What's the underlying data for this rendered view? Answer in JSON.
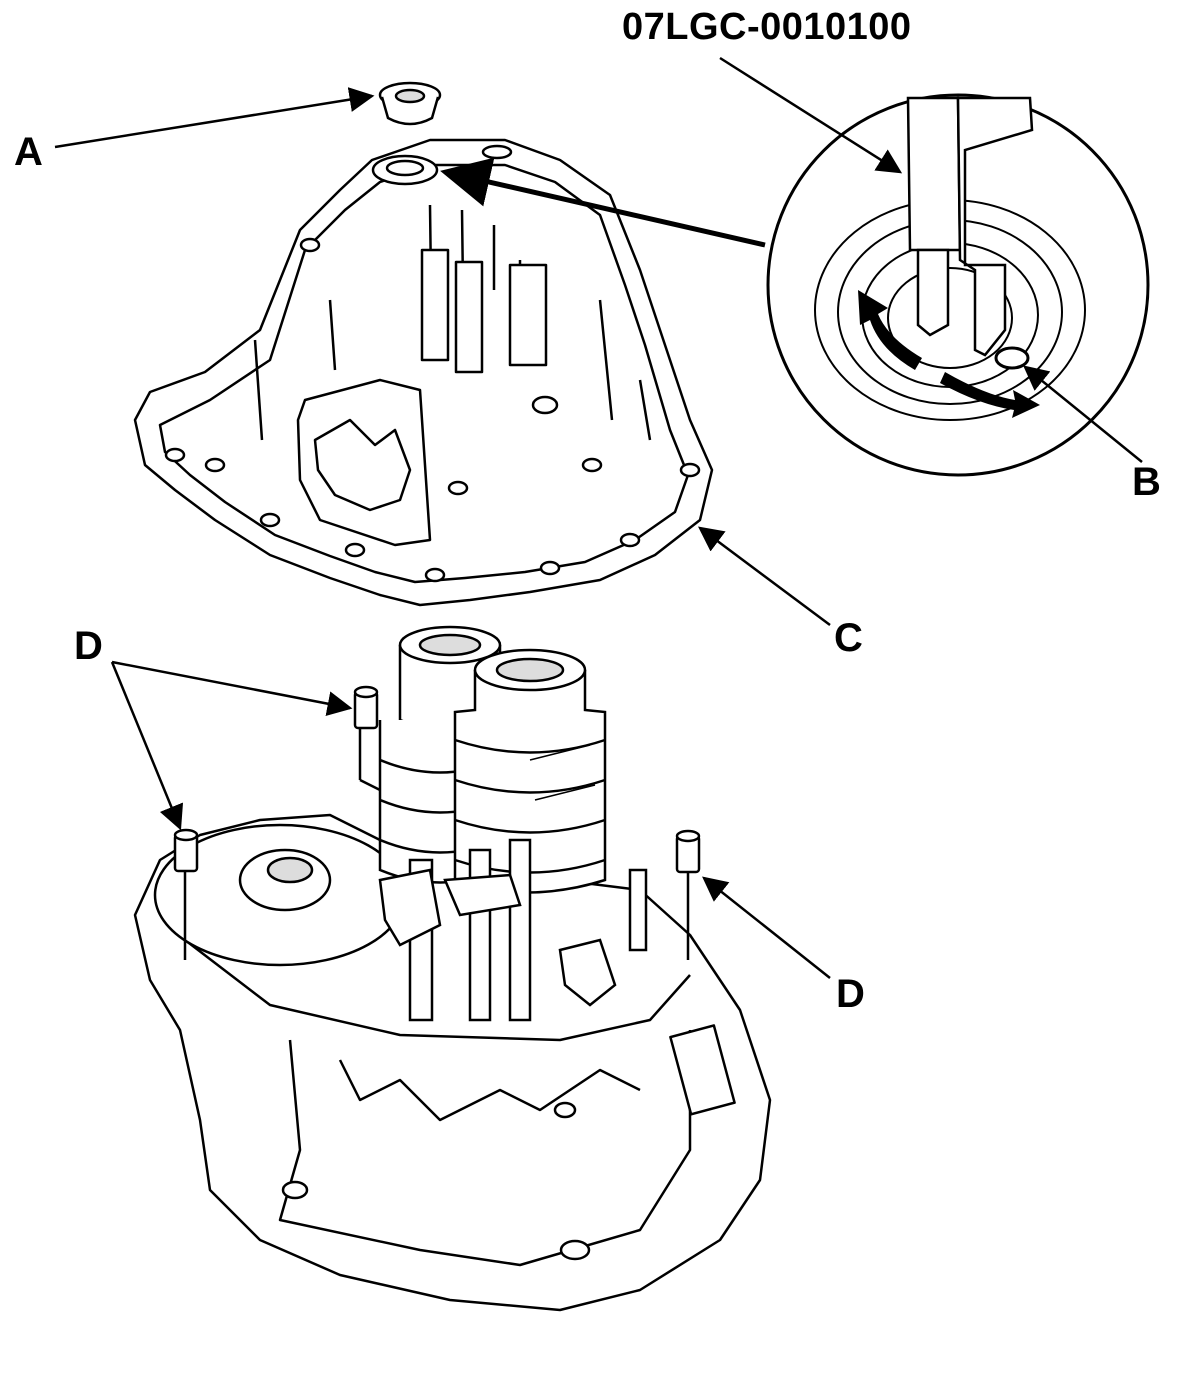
{
  "tool_number": "07LGC-0010100",
  "labels": {
    "a": "A",
    "b": "B",
    "c": "C",
    "d_left": "D",
    "d_right": "D"
  },
  "colors": {
    "ink": "#000000",
    "background": "#ffffff"
  }
}
